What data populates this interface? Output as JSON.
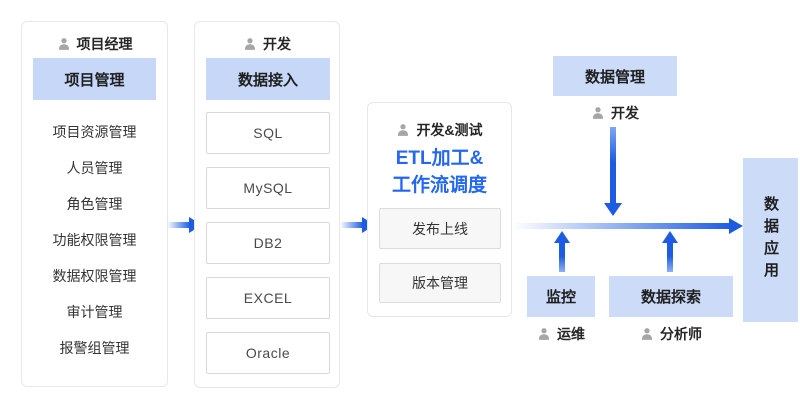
{
  "colors": {
    "accent_blue": "#2468f2",
    "arrow_blue": "#1d5ce2",
    "highlight_bg": "#c6d7f7",
    "light_blue_bg": "#ccdcf8",
    "panel_border": "#e7e7e7",
    "item_border": "#d9d9d9",
    "gray_box_bg": "#f7f7f7",
    "icon_gray": "#a6a6a6",
    "text_dark": "#262626"
  },
  "panels": {
    "project": {
      "role": "项目经理",
      "highlight": "项目管理",
      "items": [
        "项目资源管理",
        "人员管理",
        "角色管理",
        "功能权限管理",
        "数据权限管理",
        "审计管理",
        "报警组管理"
      ]
    },
    "dev": {
      "role": "开发",
      "highlight": "数据接入",
      "items": [
        "SQL",
        "MySQL",
        "DB2",
        "EXCEL",
        "Oracle"
      ]
    },
    "etl": {
      "role": "开发&测试",
      "title_line1": "ETL加工&",
      "title_line2": "工作流调度",
      "items": [
        "发布上线",
        "版本管理"
      ]
    }
  },
  "right": {
    "data_mgmt": {
      "label": "数据管理",
      "role": "开发"
    },
    "monitor": {
      "label": "监控",
      "role": "运维"
    },
    "explore": {
      "label": "数据探索",
      "role": "分析师"
    },
    "data_app": {
      "label": "数据应用"
    }
  }
}
